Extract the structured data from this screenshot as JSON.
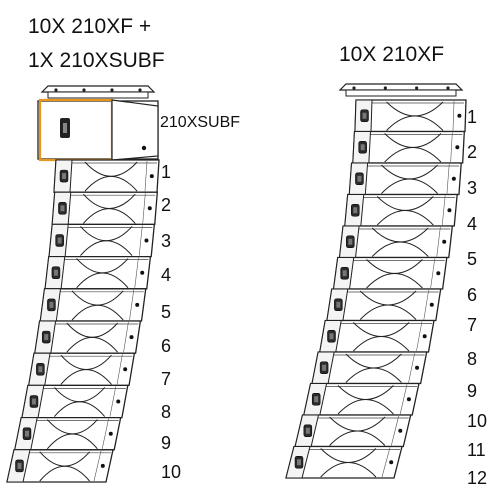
{
  "left_array": {
    "title_line1": "10X 210XF +",
    "title_line2": "1X 210XSUBF",
    "sub_label": "210XSUBF",
    "cabinet_numbers": [
      "1",
      "2",
      "3",
      "4",
      "5",
      "6",
      "7",
      "8",
      "9",
      "10"
    ],
    "highlight_color": "#E8961E"
  },
  "right_array": {
    "title": "10X 210XF",
    "cabinet_numbers": [
      "1",
      "2",
      "3",
      "4",
      "5",
      "6",
      "7",
      "8",
      "9",
      "10",
      "11",
      "12"
    ]
  }
}
